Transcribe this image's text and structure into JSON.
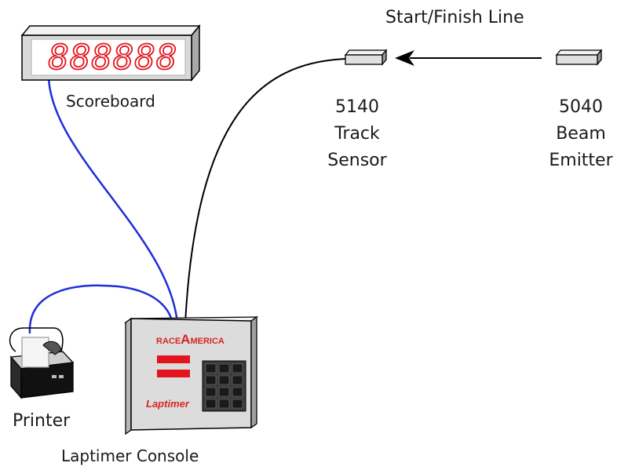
{
  "labels": {
    "start_finish": "Start/Finish Line",
    "scoreboard": "Scoreboard",
    "sensor_model": "5140",
    "sensor_name_1": "Track",
    "sensor_name_2": "Sensor",
    "emitter_model": "5040",
    "emitter_name_1": "Beam",
    "emitter_name_2": "Emitter",
    "printer": "Printer",
    "console": "Laptimer Console"
  },
  "scoreboard": {
    "display": "888888"
  },
  "console": {
    "brand_race": "RACE",
    "brand_a": "A",
    "brand_merica": "MERICA",
    "model": "Laptimer"
  },
  "colors": {
    "led_red": "#e3141b",
    "brand_red": "#d7261e",
    "cable_blue": "#1f2fd6",
    "cable_black": "#000000",
    "device_gray": "#dcdcdc",
    "keypad_dark": "#3d3d3d"
  }
}
